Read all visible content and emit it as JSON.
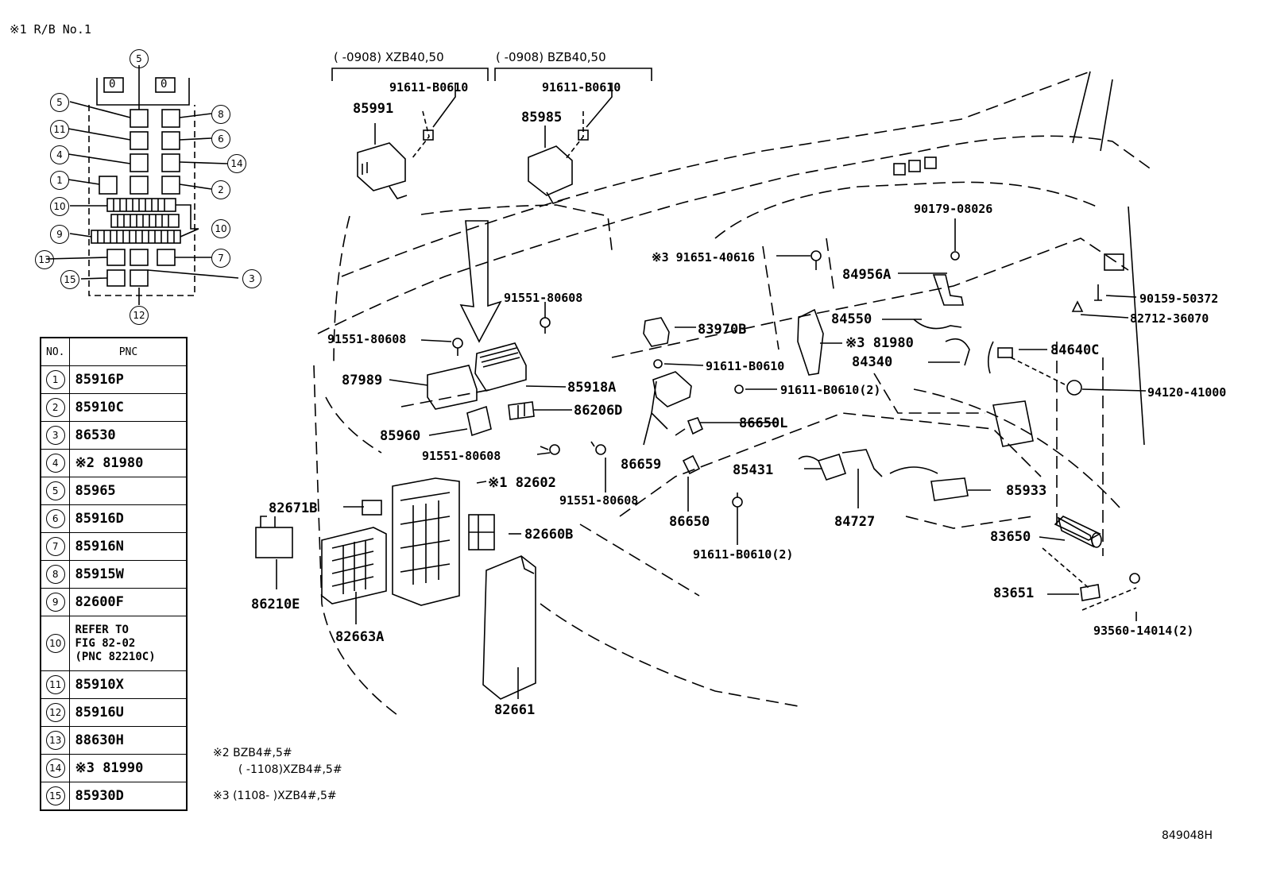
{
  "rb_header": "※1 R/B No.1",
  "table": {
    "col_no": "NO.",
    "col_pnc": "PNC",
    "rows": [
      {
        "no": "1",
        "pnc": "85916P"
      },
      {
        "no": "2",
        "pnc": "85910C"
      },
      {
        "no": "3",
        "pnc": "86530"
      },
      {
        "no": "4",
        "pnc": "※2 81980"
      },
      {
        "no": "5",
        "pnc": "85965"
      },
      {
        "no": "6",
        "pnc": "85916D"
      },
      {
        "no": "7",
        "pnc": "85916N"
      },
      {
        "no": "8",
        "pnc": "85915W"
      },
      {
        "no": "9",
        "pnc": "82600F"
      },
      {
        "no": "10",
        "pnc": "REFER TO\nFIG 82-02\n(PNC 82210C)"
      },
      {
        "no": "11",
        "pnc": "85910X"
      },
      {
        "no": "12",
        "pnc": "85916U"
      },
      {
        "no": "13",
        "pnc": "88630H"
      },
      {
        "no": "14",
        "pnc": "※3 81990"
      },
      {
        "no": "15",
        "pnc": "85930D"
      }
    ]
  },
  "rb_callouts": {
    "c5a": "5",
    "c5b": "5",
    "c11": "11",
    "c4": "4",
    "c1": "1",
    "c10a": "10",
    "c9": "9",
    "c13": "13",
    "c15": "15",
    "c12": "12",
    "c8": "8",
    "c6": "6",
    "c14": "14",
    "c2": "2",
    "c10b": "10",
    "c7": "7",
    "c3": "3",
    "slot_o1": "0",
    "slot_o2": "0"
  },
  "variants": {
    "left": "(     -0908) XZB40,50",
    "right": "(     -0908) BZB40,50"
  },
  "parts": {
    "p91611_l": "91611-B0610",
    "p85991": "85991",
    "p91611_r": "91611-B0610",
    "p85985": "85985",
    "p90179": "90179-08026",
    "p91651": "※3 91651-40616",
    "p84956A": "84956A",
    "p90159": "90159-50372",
    "p82712": "82712-36070",
    "p84550": "84550",
    "p91551_a": "91551-80608",
    "p91551_b": "91551-80608",
    "p83970B": "83970B",
    "p81980": "※3 81980",
    "p84640C": "84640C",
    "p84340": "84340",
    "p91611_c": "91611-B0610",
    "p87989": "87989",
    "p85918A": "85918A",
    "p91611_2a": "91611-B0610(2)",
    "p94120": "94120-41000",
    "p86206D": "86206D",
    "p86650L": "86650L",
    "p85960": "85960",
    "p91551_c": "91551-80608",
    "p86659": "86659",
    "p85431": "85431",
    "p85933": "85933",
    "p82602": "※1 82602",
    "p82671B": "82671B",
    "p91551_d": "91551-80608",
    "p86650": "86650",
    "p84727": "84727",
    "p82660B": "82660B",
    "p83650": "83650",
    "p91611_2b": "91611-B0610(2)",
    "p86210E": "86210E",
    "p83651": "83651",
    "p82663A": "82663A",
    "p93560": "93560-14014(2)",
    "p82661": "82661"
  },
  "notes": {
    "n2a": "※2 BZB4#,5#",
    "n2b": "(       -1108)XZB4#,5#",
    "n3": "※3 (1108-       )XZB4#,5#"
  },
  "figure_id": "849048H"
}
